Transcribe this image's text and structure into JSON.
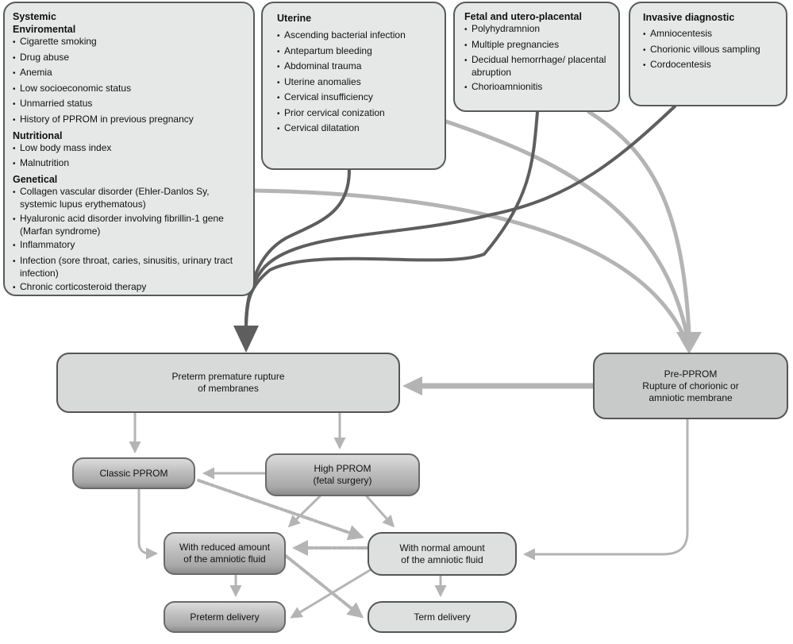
{
  "colors": {
    "dark_arrow": "#5e5e5e",
    "light_arrow": "#b4b4b4",
    "box_fill": "#e6e7e7",
    "box_border": "#5a5a5a"
  },
  "risk_factors": {
    "systemic": {
      "title": "Systemic",
      "groups": [
        {
          "title": "Enviromental",
          "items": [
            "Cigarette smoking",
            "Drug abuse",
            "Anemia",
            "Low socioeconomic status",
            "Unmarried status",
            "History of PPROM in previous pregnancy"
          ]
        },
        {
          "title": "Nutritional",
          "items": [
            "Low body mass index",
            "Malnutrition"
          ]
        },
        {
          "title": "Genetical",
          "items": [
            "Collagen vascular disorder (Ehler-Danlos Sy, systemic lupus erythematous)",
            "Hyaluronic acid disorder involving fibrillin-1 gene (Marfan syndrome)",
            "Inflammatory",
            "Infection (sore throat, caries, sinusitis, urinary tract infection)",
            "Chronic corticosteroid therapy"
          ]
        }
      ]
    },
    "uterine": {
      "title": "Uterine",
      "items": [
        "Ascending bacterial infection",
        "Antepartum bleeding",
        "Abdominal trauma",
        "Uterine anomalies",
        "Cervical insufficiency",
        "Prior cervical conization",
        "Cervical dilatation"
      ]
    },
    "fetal": {
      "title": "Fetal and utero-placental",
      "items": [
        "Polyhydramnion",
        "Multiple pregnancies",
        "Decidual hemorrhage/ placental abruption",
        "Chorioamnionitis"
      ]
    },
    "invasive": {
      "title": "Invasive diagnostic",
      "items": [
        "Amniocentesis",
        "Chorionic villous sampling",
        "Cordocentesis"
      ]
    }
  },
  "nodes": {
    "pprom": {
      "line1": "Preterm premature rupture",
      "line2": "of membranes"
    },
    "pre_pprom": {
      "line1": "Pre-PPROM",
      "line2": "Rupture of chorionic or",
      "line3": "amniotic membrane"
    },
    "classic": {
      "line1": "Classic PPROM"
    },
    "high": {
      "line1": "High PPROM",
      "line2": "(fetal surgery)"
    },
    "reduced": {
      "line1": "With reduced amount",
      "line2": "of the amniotic fluid"
    },
    "normal": {
      "line1": "With normal amount",
      "line2": "of the amniotic fluid"
    },
    "preterm": {
      "line1": "Preterm delivery"
    },
    "term": {
      "line1": "Term delivery"
    }
  },
  "edges": [
    {
      "from": "systemic",
      "to": "pre_pprom",
      "style": "light"
    },
    {
      "from": "uterine",
      "to": "pprom",
      "style": "dark"
    },
    {
      "from": "uterine",
      "to": "pre_pprom",
      "style": "light"
    },
    {
      "from": "fetal",
      "to": "pprom",
      "style": "dark"
    },
    {
      "from": "fetal",
      "to": "pre_pprom",
      "style": "light"
    },
    {
      "from": "invasive",
      "to": "pprom",
      "style": "dark"
    },
    {
      "from": "pre_pprom",
      "to": "pprom",
      "style": "light"
    },
    {
      "from": "pre_pprom",
      "to": "normal",
      "style": "light"
    },
    {
      "from": "pprom",
      "to": "classic",
      "style": "light"
    },
    {
      "from": "pprom",
      "to": "high",
      "style": "light"
    },
    {
      "from": "high",
      "to": "classic",
      "style": "light"
    },
    {
      "from": "high",
      "to": "reduced",
      "style": "light"
    },
    {
      "from": "high",
      "to": "normal",
      "style": "light"
    },
    {
      "from": "classic",
      "to": "reduced",
      "style": "light"
    },
    {
      "from": "classic",
      "to": "normal",
      "style": "dashed"
    },
    {
      "from": "normal",
      "to": "reduced",
      "style": "dashed"
    },
    {
      "from": "reduced",
      "to": "preterm",
      "style": "light"
    },
    {
      "from": "reduced",
      "to": "term",
      "style": "dashed"
    },
    {
      "from": "normal",
      "to": "preterm",
      "style": "light"
    },
    {
      "from": "normal",
      "to": "term",
      "style": "light"
    }
  ]
}
